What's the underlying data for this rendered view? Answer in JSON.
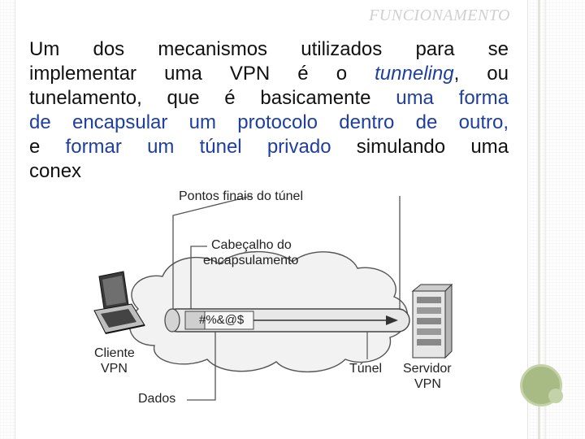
{
  "slide": {
    "title": "FUNCIONAMENTO",
    "accent_color": "#1f3fa0",
    "decor_circle_colors": [
      "#c4d2a8",
      "#a9bb85"
    ]
  },
  "body": {
    "line1": "Um dos mecanismos utilizados para se",
    "line2_a": "implementar uma VPN é o ",
    "line2_b": "tunneling",
    "line2_c": ", ou",
    "line3_a": "tunelamento, que é basicamente ",
    "line3_b": "uma forma",
    "line4": "de encapsular um protocolo dentro de outro,",
    "line5_a": "e ",
    "line5_b": "formar um túnel privado",
    "line5_c": " simulando uma",
    "line6": "conex"
  },
  "figure": {
    "label_endpoints": "Pontos finais do túnel",
    "label_header_1": "Cabeçalho do",
    "label_header_2": "encapsulamento",
    "label_payload": "#%&@$",
    "label_client_1": "Cliente",
    "label_client_2": "VPN",
    "label_tunnel": "Túnel",
    "label_server_1": "Servidor",
    "label_server_2": "VPN",
    "label_data": "Dados"
  }
}
